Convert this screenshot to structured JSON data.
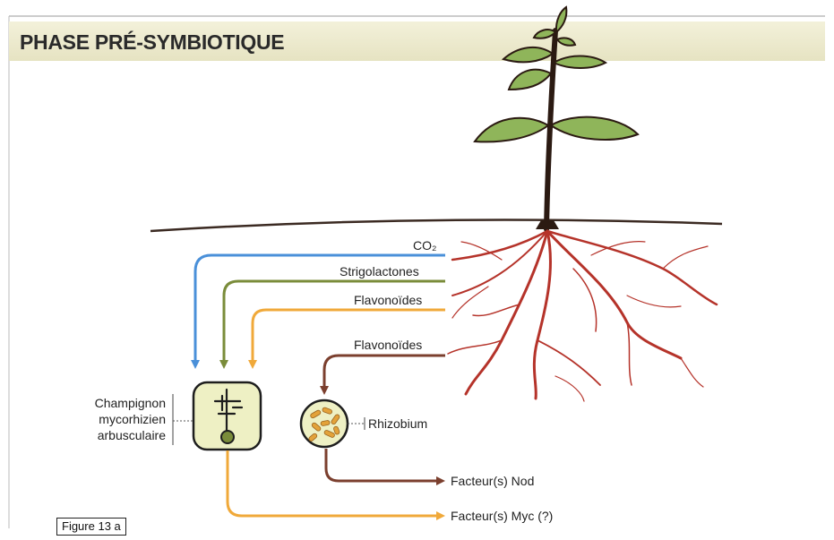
{
  "title": "PHASE PRÉ-SYMBIOTIQUE",
  "signals": {
    "co2": "CO₂",
    "strigolactones": "Strigolactones",
    "flavonoides_1": "Flavonoïdes",
    "flavonoides_2": "Flavonoïdes"
  },
  "fungus": {
    "line1": "Champignon",
    "line2": "mycorhizien",
    "line3": "arbusculaire"
  },
  "bacteria": {
    "label": "Rhizobium"
  },
  "outputs": {
    "nod": "Facteur(s) Nod",
    "myc": "Facteur(s) Myc (?)"
  },
  "figure_label": "Figure 13 a",
  "colors": {
    "banner": "#eeeccf",
    "co2_arrow": "#4a90d9",
    "strigolactones_arrow": "#7a8c3a",
    "flavonoides_arrow": "#f0a93a",
    "rhizobium_arrow": "#7b3f2e",
    "roots": "#b5332a",
    "leaves": "#8fb55a",
    "stem": "#2b1a12"
  }
}
